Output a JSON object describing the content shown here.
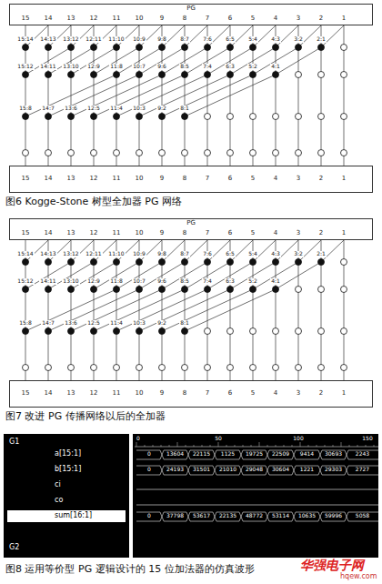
{
  "diagram": {
    "nodes": [
      {
        "text": [
          "15",
          "14",
          "13",
          "12",
          "11",
          "10",
          "9",
          "8",
          "7",
          "6",
          "5",
          "4",
          "3",
          "2",
          "1",
          "PG"
        ]
      },
      {
        "text": [
          "15",
          "14",
          "13",
          "12",
          "11",
          "10",
          "9",
          "8",
          "7",
          "6",
          "5",
          "4",
          "3",
          "2",
          "1"
        ]
      },
      {
        "text": [
          "15",
          "14",
          "13",
          "12",
          "11",
          "10",
          "9",
          "8",
          "7",
          "6",
          "5",
          "4",
          "3",
          "2",
          "1",
          "PG"
        ]
      },
      {
        "text": [
          "15",
          "14",
          "13",
          "12",
          "11",
          "10",
          "9",
          "8",
          "7",
          "6",
          "5",
          "4",
          "3",
          "2",
          "1"
        ]
      }
    ],
    "labels": [
      "15:14",
      "14:13",
      "13:12",
      "12:11",
      "11:10",
      "10:9",
      "9:8",
      "8:7",
      "7:6",
      "6:5",
      "5:4",
      "4:3",
      "3:2",
      "2:1",
      "15:12",
      "14:11",
      "13:10",
      "12:9",
      "11:8",
      "10:7",
      "9:6",
      "8:5",
      "7:4",
      "6:3",
      "5:2",
      "4:1",
      "15:8",
      "14:7",
      "13:6",
      "12:5",
      "11:4",
      "10:3",
      "9:2",
      "8:1",
      "图6 Kogge-Stone 树型全加器 PG 网络",
      "15:14",
      "14:13",
      "13:12",
      "12:11",
      "11:10",
      "10:9",
      "9:8",
      "8:7",
      "7:6",
      "6:5",
      "5:4",
      "4:3",
      "3:2",
      "2:1",
      "15:12",
      "14:11",
      "13:10",
      "12:9",
      "11:8",
      "10:7",
      "9:6",
      "8:5",
      "7:4",
      "6:3",
      "5:2",
      "4:1",
      "15:8",
      "14:7",
      "13:6",
      "12:5",
      "11:4",
      "10:3",
      "9:2",
      "8:1",
      "图7 改进 PG 传播网络以后的全加器",
      "G1",
      "a[15:1]",
      "b[15:1]",
      "ci",
      "co",
      "sum[16:1]",
      "G2",
      "0",
      "50",
      "100",
      "150",
      "0",
      "13604",
      "22115",
      "1125",
      "19725",
      "22509",
      "9414",
      "30693",
      "2243",
      "0",
      "24193",
      "31501",
      "21010",
      "29048",
      "30604",
      "1221",
      "29303",
      "2727",
      "0",
      "37798",
      "53617",
      "22135",
      "48772",
      "53114",
      "10635",
      "59996",
      "5058",
      "图8 运用等价型 PG 逻辑设计的 15 位加法器的仿真波形",
      "华强电子网",
      "hqew.com"
    ]
  }
}
